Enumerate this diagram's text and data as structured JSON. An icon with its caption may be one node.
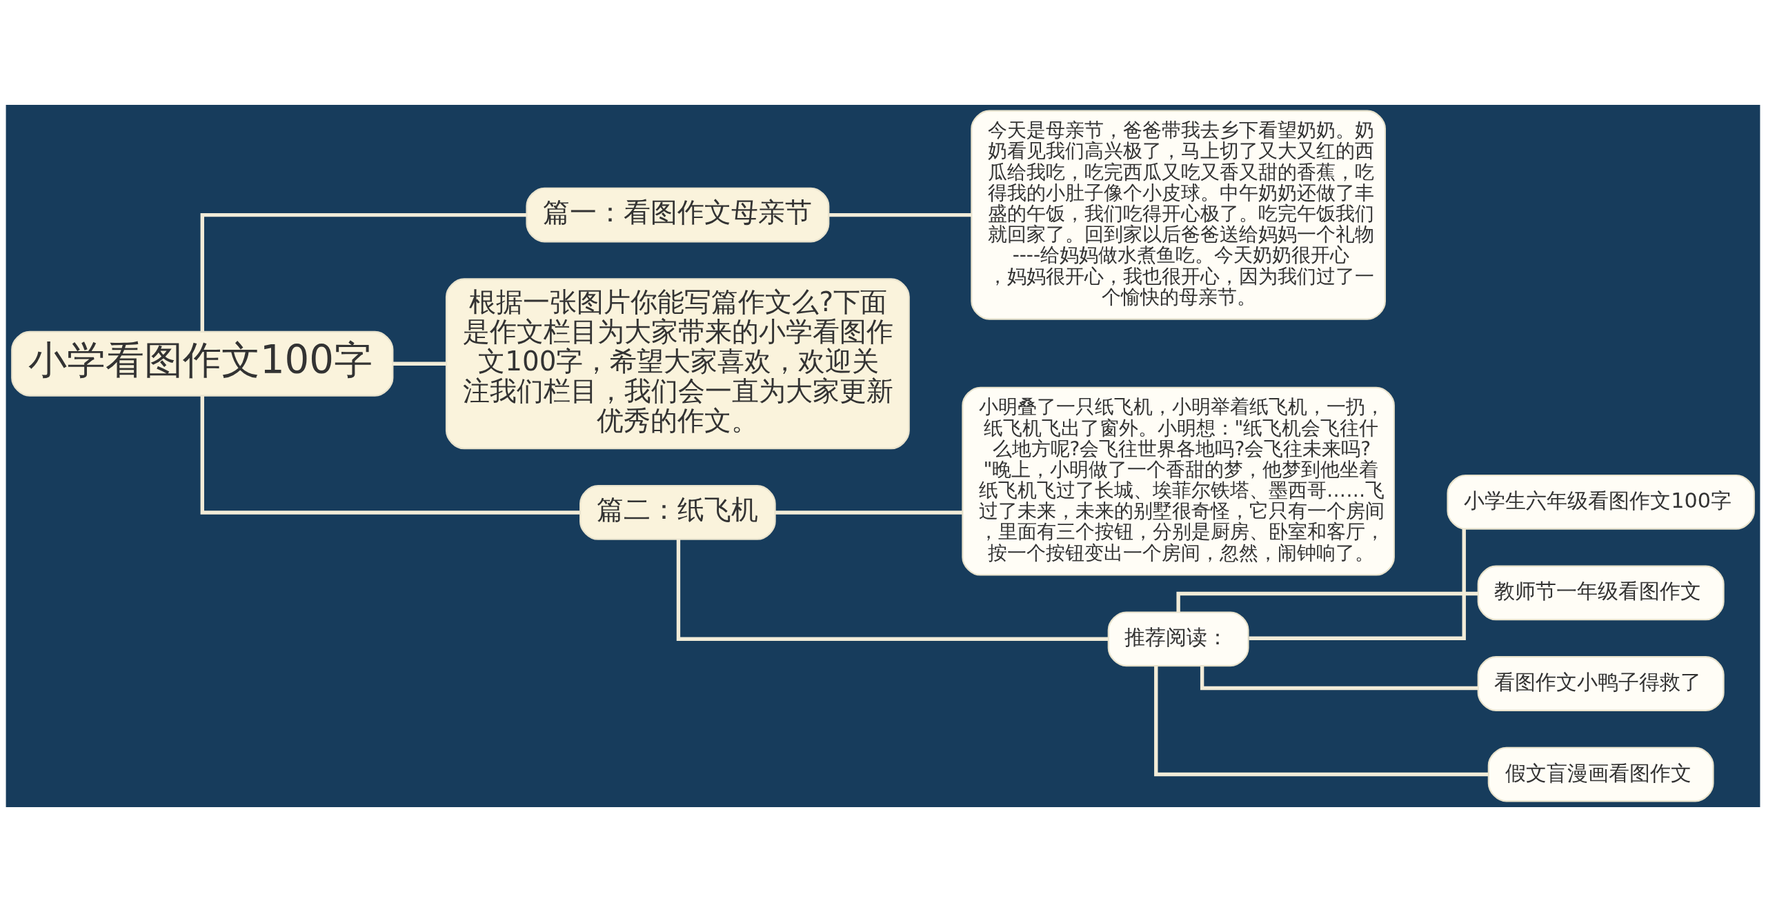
{
  "diagram": {
    "nodes": [
      {
        "text": [
          "小学看图作文100字"
        ]
      },
      {
        "text": [
          "篇一：看图作文母亲节"
        ]
      },
      {
        "text": [
          "今天是母亲节，爸爸带我去乡下看望奶奶。奶奶看见我们高兴极了，马上切了又大又红的西瓜给我吃，吃完西瓜又吃又香又甜的香蕉，吃得我的小肚子像个小皮球。中午奶奶还做了丰盛的午饭，我们吃得开心极了。吃完午饭我们就回家了。回到家以后爸爸送给妈妈一个礼物----给妈妈做水煮鱼吃。今天奶奶很开心，妈妈很开心，我也很开心，因为我们过了一个愉快的母亲节。"
        ]
      },
      {
        "text": [
          "根据一张图片你能写篇作文么?下面是作文栏目为大家带来的小学看图作文100字，希望大家喜欢，欢迎关注我们栏目，我们会一直为大家更新优秀的作文。"
        ]
      },
      {
        "text": [
          "篇二：纸飞机"
        ]
      },
      {
        "text": [
          "小明叠了一只纸飞机，小明举着纸飞机，一扔，纸飞机飞出了窗外。小明想：\"纸飞机会飞往什么地方呢?会飞往世界各地吗?会飞往未来吗?\"晚上，小明做了一个香甜的梦，他梦到他坐着纸飞机飞过了长城、埃菲尔铁塔、墨西哥……飞过了未来，未来的别墅很奇怪，它只有一个房间，里面有三个按钮，分别是厨房、卧室和客厅，按一个按钮变出一个房间，忽然，闹钟响了。"
        ]
      },
      {
        "text": [
          "推荐阅读："
        ]
      },
      {
        "text": [
          "小学生六年级看图作文100字"
        ]
      },
      {
        "text": [
          "教师节一年级看图作文"
        ]
      },
      {
        "text": [
          "看图作文小鸭子得救了"
        ]
      },
      {
        "text": [
          "假文盲漫画看图作文"
        ]
      }
    ],
    "edges": [
      {
        "from": 0,
        "to": 3,
        "arrow": "none"
      },
      {
        "from": 0,
        "to": 4,
        "arrow": "none"
      },
      {
        "from": 0,
        "to": 1,
        "arrow": "none"
      },
      {
        "from": 1,
        "to": 2,
        "arrow": "none"
      },
      {
        "from": 4,
        "to": 5,
        "arrow": "none"
      },
      {
        "from": 4,
        "to": 6,
        "arrow": "none"
      },
      {
        "from": 6,
        "to": 7,
        "arrow": "none"
      },
      {
        "from": 6,
        "to": 8,
        "arrow": "none"
      },
      {
        "from": 6,
        "to": 9,
        "arrow": "none"
      },
      {
        "from": 6,
        "to": 10,
        "arrow": "none"
      }
    ]
  }
}
